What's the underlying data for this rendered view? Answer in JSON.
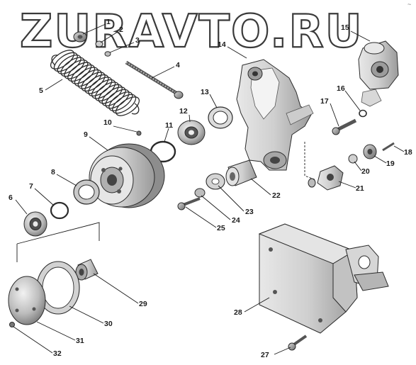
{
  "watermark": "ZURAVTO.RU",
  "corner_mark": "~",
  "callouts": [
    {
      "id": "1",
      "label": "1"
    },
    {
      "id": "2",
      "label": "2"
    },
    {
      "id": "3",
      "label": "3"
    },
    {
      "id": "4",
      "label": "4"
    },
    {
      "id": "5",
      "label": "5"
    },
    {
      "id": "6",
      "label": "6"
    },
    {
      "id": "7",
      "label": "7"
    },
    {
      "id": "8",
      "label": "8"
    },
    {
      "id": "9",
      "label": "9"
    },
    {
      "id": "10",
      "label": "10"
    },
    {
      "id": "11",
      "label": "11"
    },
    {
      "id": "12",
      "label": "12"
    },
    {
      "id": "13",
      "label": "13"
    },
    {
      "id": "14",
      "label": "14"
    },
    {
      "id": "15",
      "label": "15"
    },
    {
      "id": "16",
      "label": "16"
    },
    {
      "id": "17",
      "label": "17"
    },
    {
      "id": "18",
      "label": "18"
    },
    {
      "id": "19",
      "label": "19"
    },
    {
      "id": "20",
      "label": "20"
    },
    {
      "id": "21",
      "label": "21"
    },
    {
      "id": "22",
      "label": "22"
    },
    {
      "id": "23",
      "label": "23"
    },
    {
      "id": "24",
      "label": "24"
    },
    {
      "id": "25",
      "label": "25"
    },
    {
      "id": "27",
      "label": "27"
    },
    {
      "id": "28",
      "label": "28"
    },
    {
      "id": "29",
      "label": "29"
    },
    {
      "id": "30",
      "label": "30"
    },
    {
      "id": "31",
      "label": "31"
    },
    {
      "id": "32",
      "label": "32"
    }
  ]
}
